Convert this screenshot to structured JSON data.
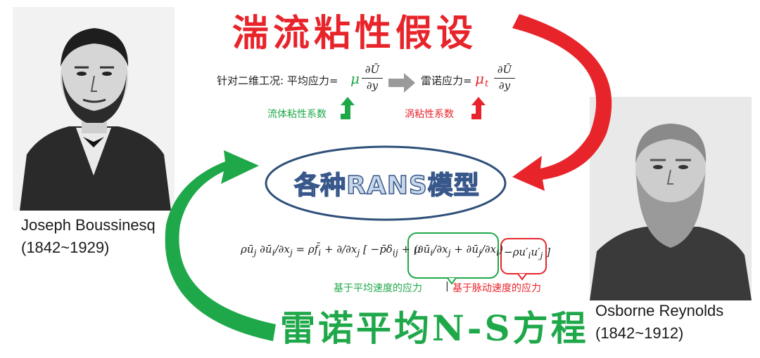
{
  "title_top": "湍流粘性假设",
  "title_bottom": "雷诺平均N-S方程",
  "center_label": "各种RANS模型",
  "left_person": {
    "name": "Joseph Boussinesq",
    "years": "(1842~1929)"
  },
  "right_person": {
    "name": "Osborne Reynolds",
    "years": "(1842~1912)"
  },
  "formula_line": {
    "prefix": "针对二维工况: 平均应力=",
    "mu": "μ",
    "mid": "雷诺应力=",
    "mu_t": "μ",
    "mu_t_sub": "t",
    "frac_num": "∂Ū",
    "frac_den": "∂y"
  },
  "labels": {
    "fluid_viscosity": "流体粘性系数",
    "eddy_viscosity": "涡粘性系数"
  },
  "caption": {
    "left": "基于平均速度的应力",
    "sep": "|",
    "right": "基于脉动速度的应力"
  },
  "colors": {
    "red": "#e8242b",
    "green": "#1fa84a",
    "navy": "#2f4f7a"
  }
}
